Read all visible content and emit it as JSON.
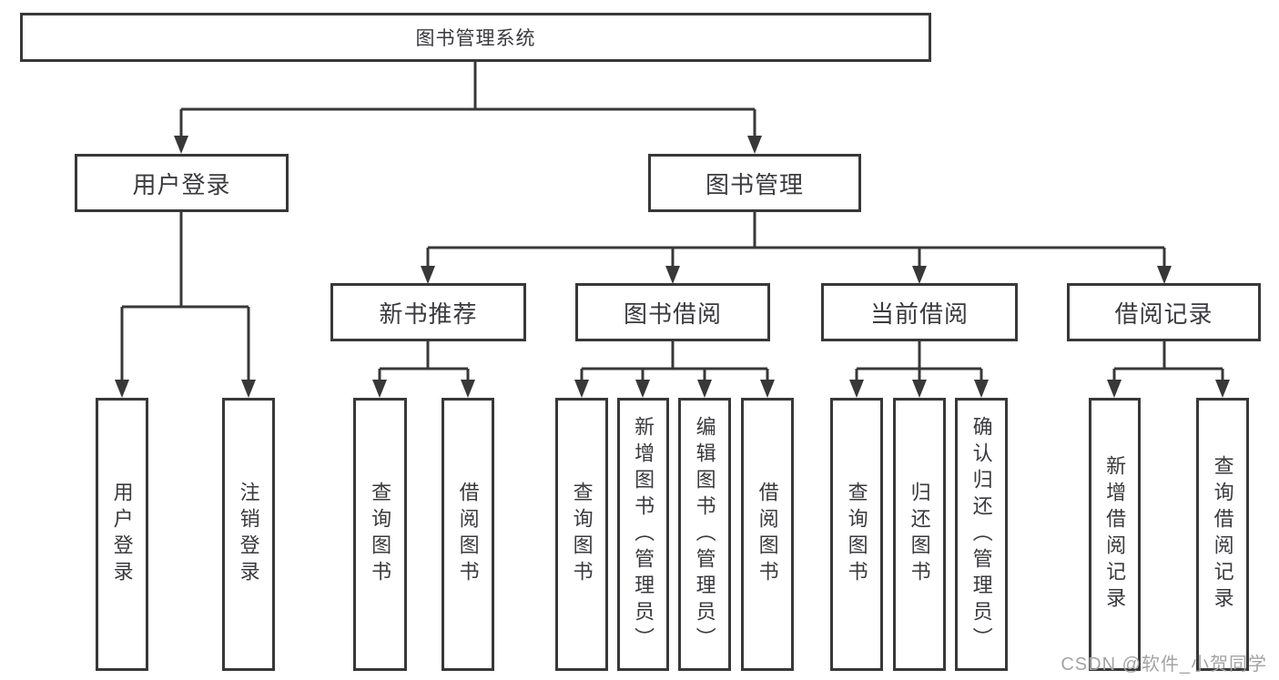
{
  "tree": {
    "root": {
      "label": "图书管理系统",
      "children": [
        {
          "label": "用户登录",
          "children": [
            {
              "label": "用户登录"
            },
            {
              "label": "注销登录"
            }
          ]
        },
        {
          "label": "图书管理",
          "children": [
            {
              "label": "新书推荐",
              "children": [
                {
                  "label": "查询图书"
                },
                {
                  "label": "借阅图书"
                }
              ]
            },
            {
              "label": "图书借阅",
              "children": [
                {
                  "label": "查询图书"
                },
                {
                  "label": "新增图书（管理员）"
                },
                {
                  "label": "编辑图书（管理员）"
                },
                {
                  "label": "借阅图书"
                }
              ]
            },
            {
              "label": "当前借阅",
              "children": [
                {
                  "label": "查询图书"
                },
                {
                  "label": "归还图书"
                },
                {
                  "label": "确认归还（管理员）"
                }
              ]
            },
            {
              "label": "借阅记录",
              "children": [
                {
                  "label": "新增借阅记录"
                },
                {
                  "label": "查询借阅记录"
                }
              ]
            }
          ]
        }
      ]
    }
  },
  "watermark": {
    "text": "CSDN @软件_小贺同学"
  },
  "colors": {
    "line": "#383838",
    "box_border": "#383838",
    "text": "#3a3a3e",
    "background": "#ffffff",
    "watermark": "#a3a3a3"
  }
}
